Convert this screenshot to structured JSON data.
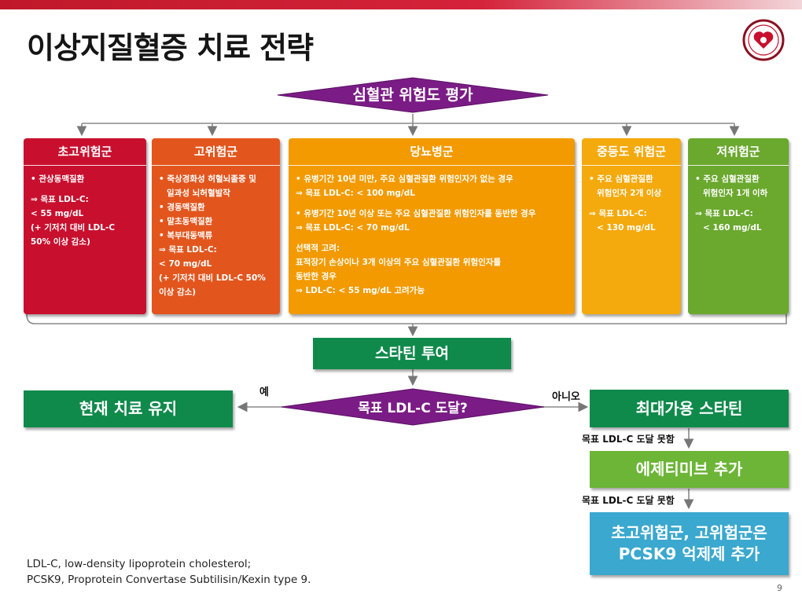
{
  "title": "이상지질혈증 치료 전략",
  "start_node": "심혈관 위험도 평가",
  "categories": [
    {
      "header": "초고위험군",
      "lines": [
        "• 관상동맥질환",
        "",
        "⇒ 목표 LDL-C:",
        "< 55 mg/dL",
        "(+ 기저치 대비 LDL-C",
        "50% 이상 감소)"
      ]
    },
    {
      "header": "고위험군",
      "lines": [
        "• 죽상경화성 허혈뇌졸중 및",
        "  일과성 뇌허혈발작",
        "• 경동맥질환",
        "• 말초동맥질환",
        "• 복부대동맥류",
        "⇒ 목표 LDL-C:",
        "< 70 mg/dL",
        "(+ 기저치 대비 LDL-C 50%",
        "이상 감소)"
      ]
    },
    {
      "header": "당뇨병군",
      "lines": [
        "• 유병기간 10년 미만, 주요 심혈관질환 위험인자가 없는 경우",
        "⇒ 목표 LDL-C: < 100 mg/dL",
        "",
        "• 유병기간 10년 이상 또는 주요 심혈관질환 위험인자를 동반한 경우",
        "⇒ 목표 LDL-C: < 70 mg/dL",
        "",
        "선택적 고려:",
        "표적장기 손상이나 3개 이상의 주요 심혈관질환 위험인자를",
        "동반한 경우",
        "⇒ LDL-C: < 55 mg/dL 고려가능"
      ]
    },
    {
      "header": "중등도 위험군",
      "lines": [
        "• 주요 심혈관질환",
        "  위험인자 2개 이상",
        "",
        "⇒ 목표 LDL-C:",
        "  < 130 mg/dL"
      ]
    },
    {
      "header": "저위험군",
      "lines": [
        "• 주요 심혈관질환",
        "  위험인자 1개 이하",
        "",
        "⇒ 목표 LDL-C:",
        "  < 160 mg/dL"
      ]
    }
  ],
  "statin_box": "스타틴 투여",
  "decision": "목표 LDL-C 도달?",
  "yes_label": "예",
  "no_label": "아니오",
  "maintain_box": "현재 치료 유지",
  "max_statin_box": "최대가용 스타틴",
  "not_reached_1": "목표 LDL-C 도달 못함",
  "ezetimibe_box": "에제티미브 추가",
  "not_reached_2": "목표 LDL-C 도달 못함",
  "pcsk9_box": {
    "line1": "초고위험군, 고위험군은",
    "line2": "PCSK9 억제제 추가"
  },
  "footnote": {
    "line1": "LDL-C, low-density lipoprotein cholesterol;",
    "line2": "PCSK9, Proprotein Convertase Subtilisin/Kexin type 9."
  },
  "page_number": "9",
  "colors": {
    "very_high": "#c8102e",
    "high": "#e2561e",
    "diabetes": "#f29a00",
    "moderate": "#f4a90c",
    "low": "#6aa82e",
    "decision": "#7b1c86",
    "green_box": "#0f8a4b",
    "light_green_box": "#6cb536",
    "blue_box": "#3aa8cf"
  }
}
